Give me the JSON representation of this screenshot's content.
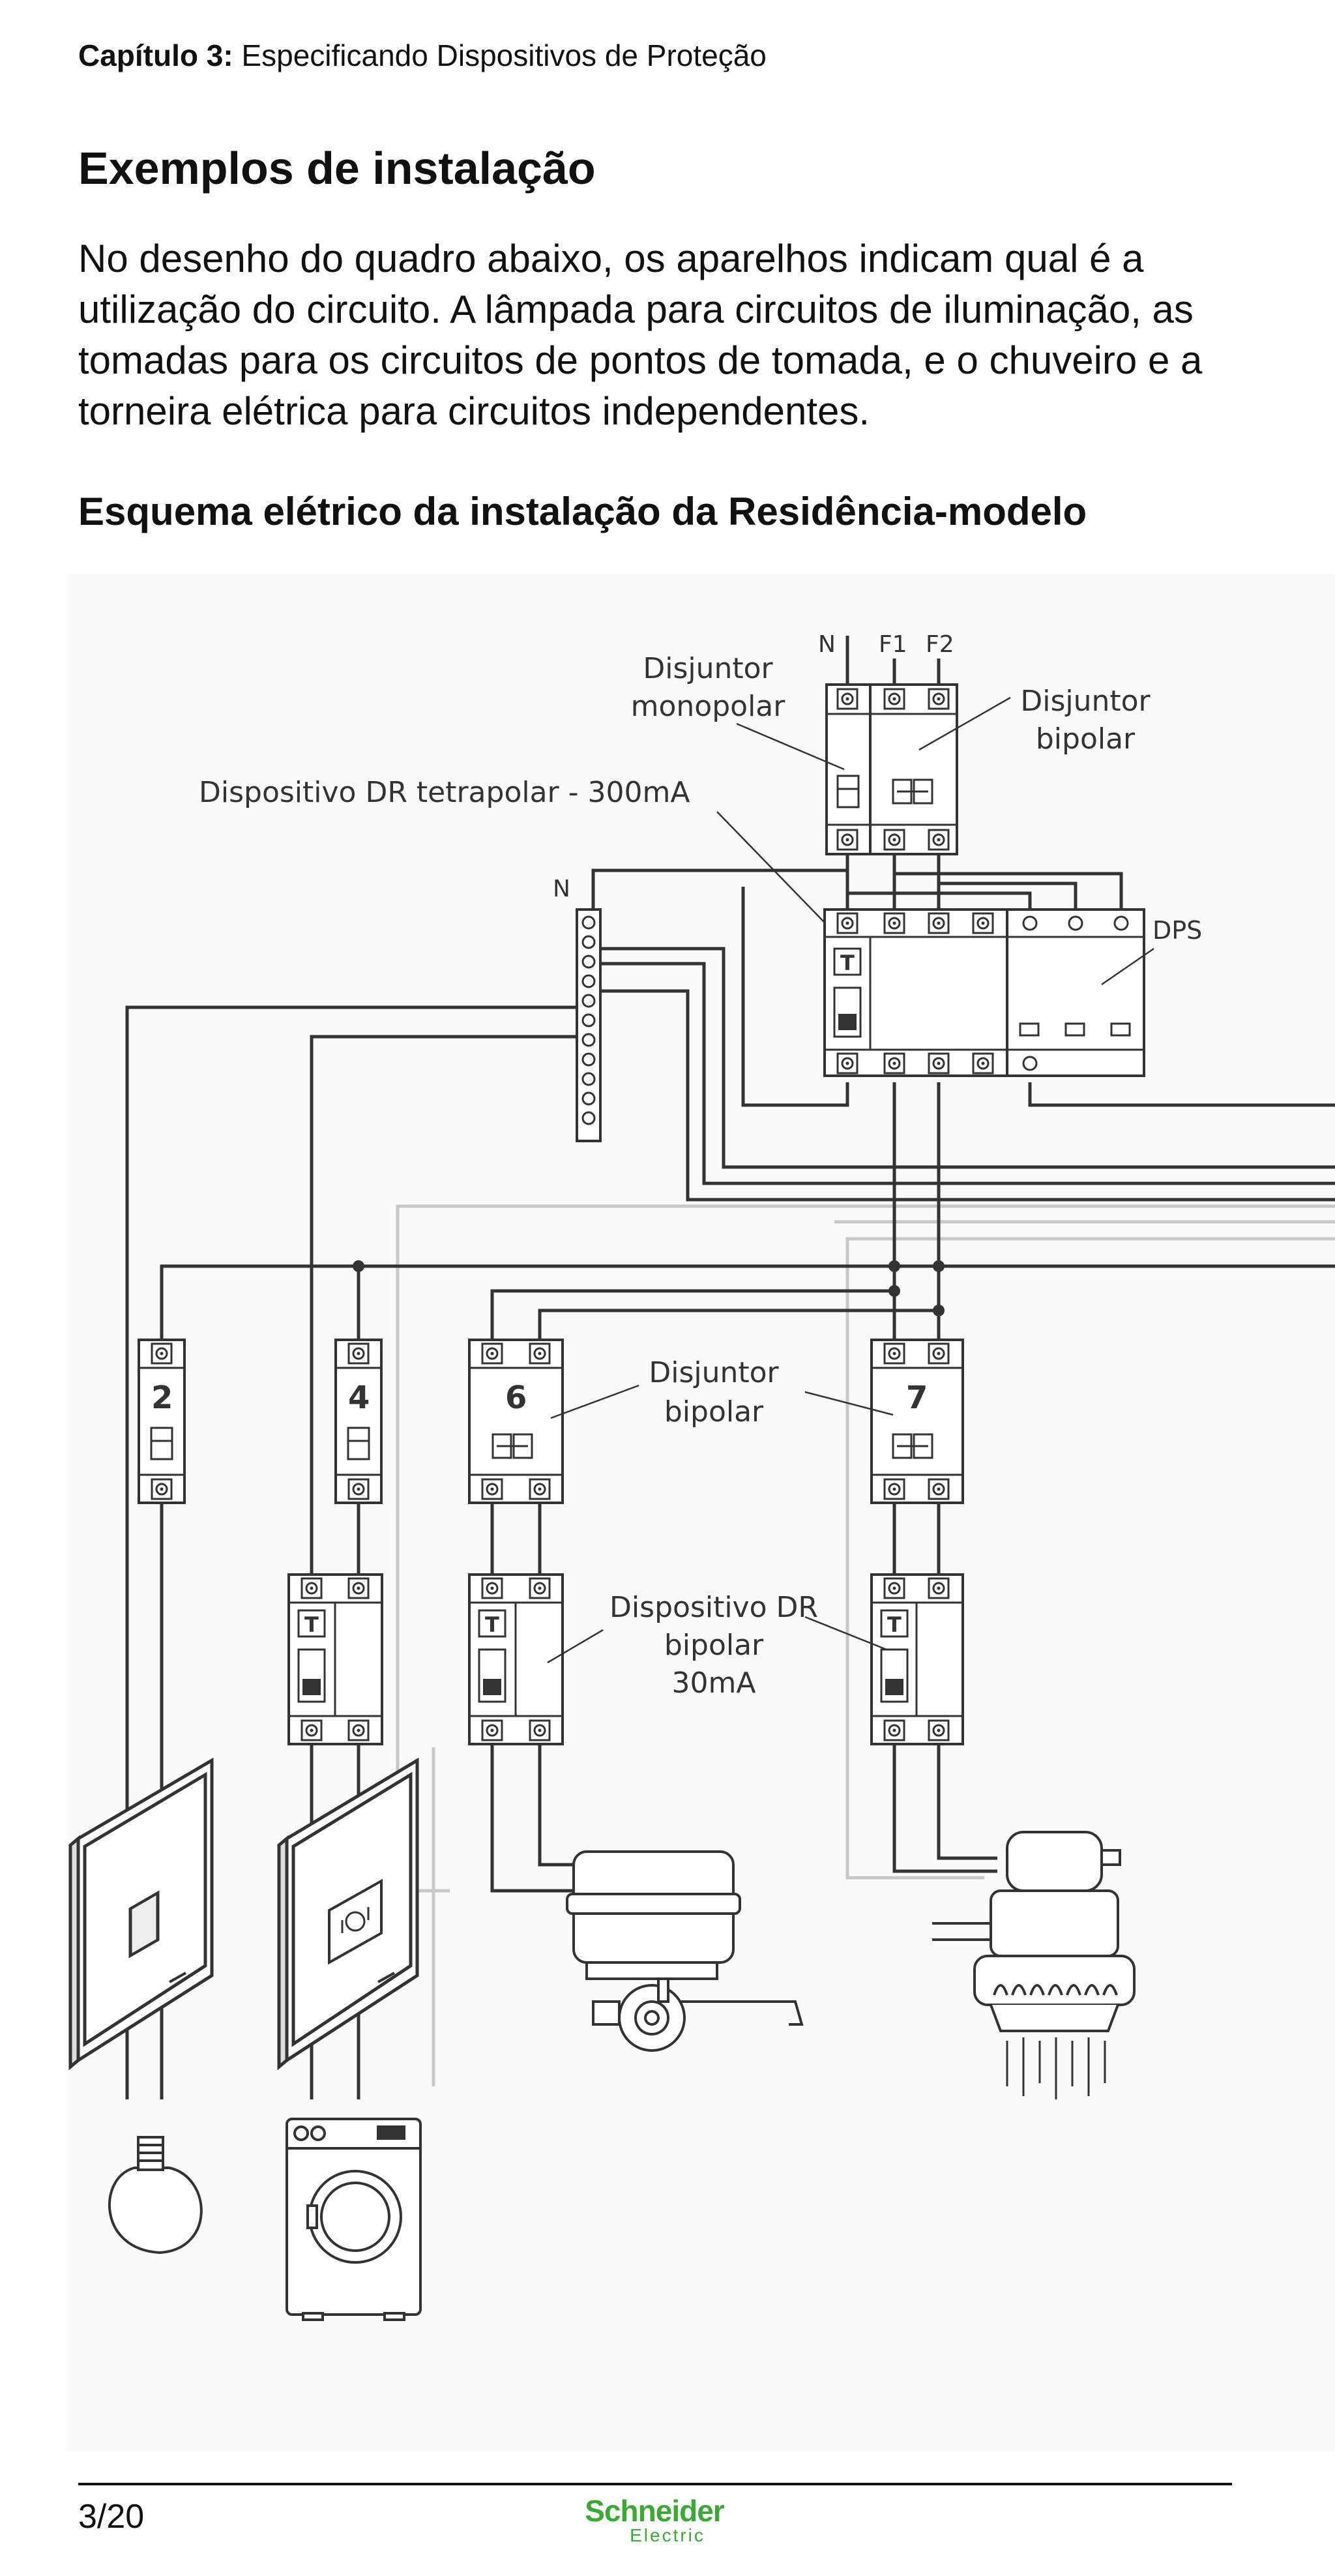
{
  "header": {
    "chapter_label": "Capítulo 3:",
    "chapter_title": "Especificando Dispositivos de Proteção"
  },
  "section_title": "Exemplos de instalação",
  "intro_text": "No desenho do quadro abaixo, os aparelhos indicam qual é a utilização do circuito. A lâmpada para circuitos de iluminação, as tomadas para os circuitos de pontos de tomada, e o chuveiro e a torneira elétrica para circuitos independentes.",
  "diagram_title": "Esquema elétrico da instalação da Residência-modelo",
  "diagram": {
    "terminal_labels": {
      "n": "N",
      "f1": "F1",
      "f2": "F2",
      "n_bar": "N"
    },
    "labels": {
      "disjuntor_monopolar_1": "Disjuntor",
      "disjuntor_monopolar_2": "monopolar",
      "disjuntor_bipolar_top_1": "Disjuntor",
      "disjuntor_bipolar_top_2": "bipolar",
      "dr_tetrapolar": "Dispositivo DR tetrapolar - 300mA",
      "dps": "DPS",
      "disjuntor_bipolar_mid_1": "Disjuntor",
      "disjuntor_bipolar_mid_2": "bipolar",
      "dr_bipolar_1": "Dispositivo DR",
      "dr_bipolar_2": "bipolar",
      "dr_bipolar_3": "30mA"
    },
    "circuit_numbers": [
      "2",
      "4",
      "6",
      "7"
    ],
    "dr_test_letter": "T"
  },
  "footer": {
    "page_number": "3/20",
    "brand": "Schneider",
    "brand_sub": "Electric"
  },
  "colors": {
    "text": "#111111",
    "line_dark": "#333333",
    "line_light": "#c8c8c8",
    "brand_green": "#3aaa35"
  }
}
